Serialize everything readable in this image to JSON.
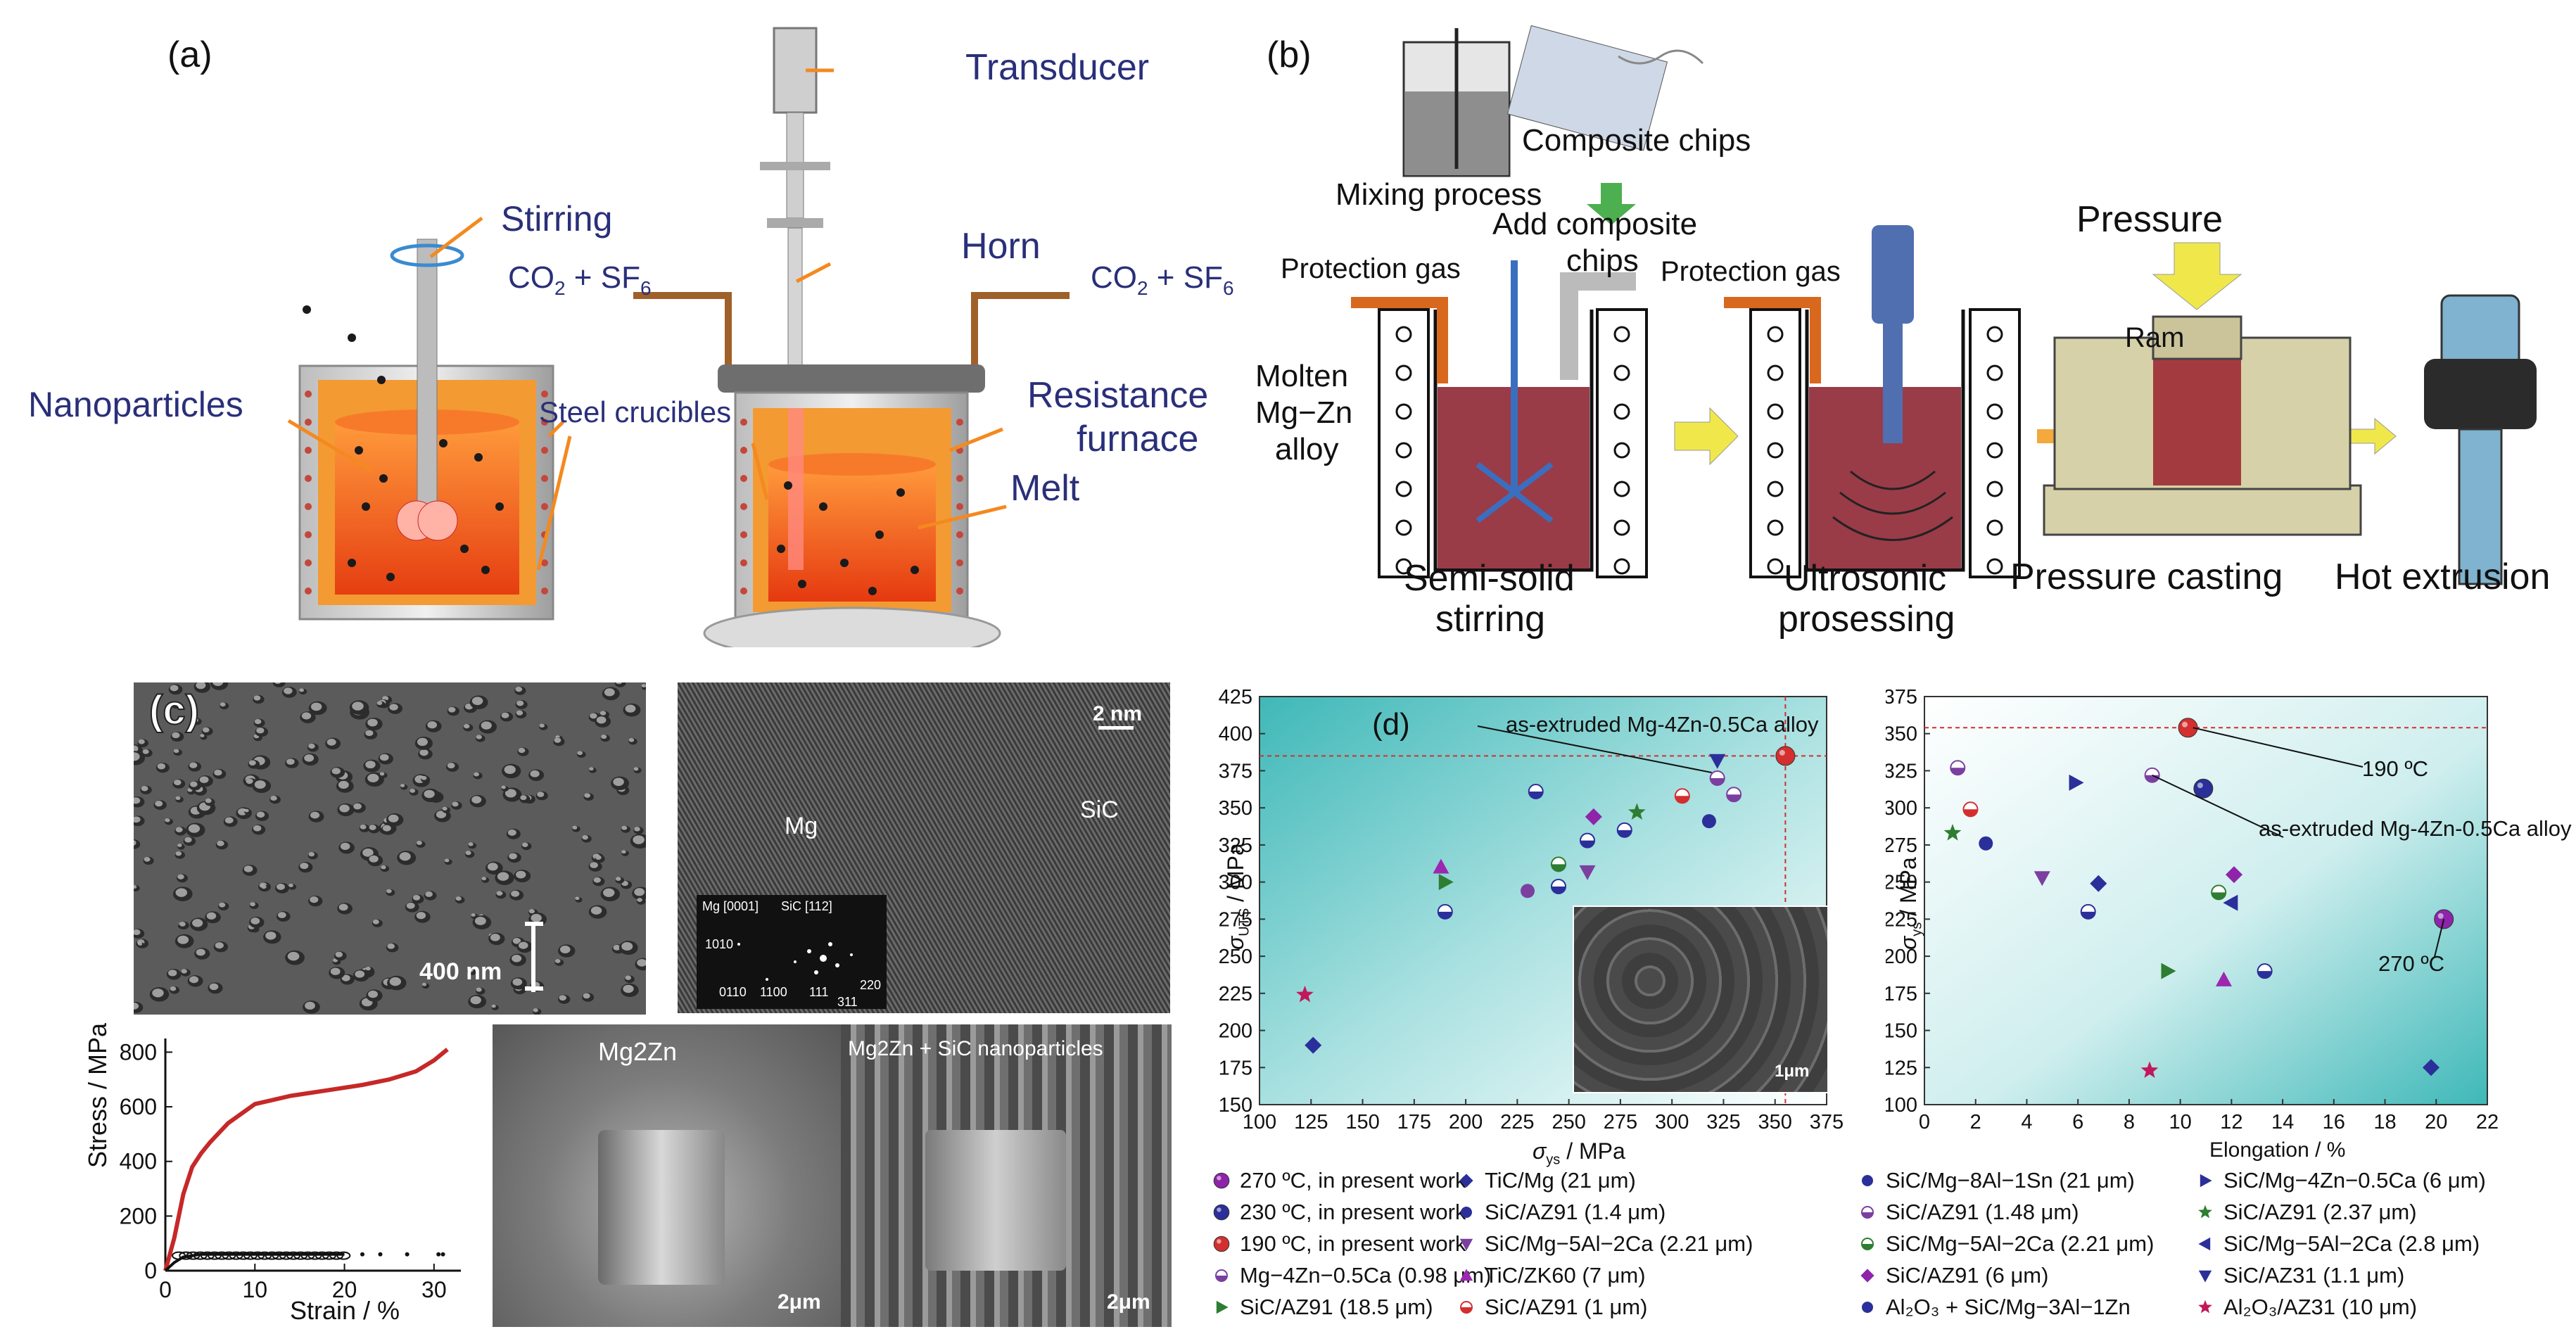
{
  "panel_a": {
    "label": "(a)",
    "stirring": "Stirring",
    "co2_left": "CO",
    "co2_right": "CO",
    "sub2": "2",
    "sf6_left": " + SF",
    "sf6_right": " + SF",
    "sub6": "6",
    "nanoparticles": "Nanoparticles",
    "steel_crucibles": "Steel crucibles",
    "transducer": "Transducer",
    "horn": "Horn",
    "resistance": "Resistance",
    "furnace": "furnace",
    "melt": "Melt"
  },
  "panel_b": {
    "label": "(b)",
    "composite_chips": "Composite chips",
    "mixing_process": "Mixing process",
    "add_composite": "Add composite",
    "chips": "chips",
    "protection_gas_1": "Protection gas",
    "protection_gas_2": "Protection gas",
    "molten": "Molten",
    "mgzn": "Mg−Zn",
    "alloy": "alloy",
    "pressure": "Pressure",
    "ram": "Ram",
    "semi_solid": "Semi-solid",
    "stirring": "stirring",
    "ultrasonic": "Ultrosonic",
    "processing": "prosessing",
    "pressure_casting": "Pressure casting",
    "hot_extrusion": "Hot extrusion"
  },
  "panel_c": {
    "label": "(c)",
    "scale_400": "400 nm",
    "scale_2nm": "2 nm",
    "mg": "Mg",
    "sic": "SiC",
    "diff_mg": "Mg [0001]",
    "diff_sic": "SiC [112]",
    "d1010": "1010",
    "d0110": "0110",
    "d1100": "1100",
    "d111": "111",
    "d220": "220",
    "d311": "311",
    "mg2zn": "Mg2Zn",
    "mg2zn_sic": "Mg2Zn + SiC nanoparticles",
    "scale_2um_a": "2μm",
    "scale_2um_b": "2μm",
    "stress_ylabel": "Stress / MPa",
    "strain_xlabel": "Strain / %",
    "ss_yticks": [
      "0",
      "200",
      "400",
      "600",
      "800"
    ],
    "ss_xticks": [
      "0",
      "10",
      "20",
      "30"
    ]
  },
  "panel_d": {
    "label": "(d)",
    "ann_left": "as-extruded Mg-4Zn-0.5Ca alloy",
    "ann_right": "as-extruded Mg-4Zn-0.5Ca alloy",
    "ann_190": "190 ºC",
    "ann_270": "270 ºC",
    "inset_scale": "1μm",
    "left_xlabel": "σ",
    "left_xsub": "ys",
    "left_ylabel": "σ",
    "left_ysub": "UTS",
    "unit": " / MPa",
    "right_xlabel": "Elongation / %",
    "right_ylabel": "σ",
    "right_ysub": "ys"
  },
  "chart_data": [
    {
      "type": "line",
      "xlabel": "Strain / %",
      "ylabel": "Stress / MPa",
      "xlim": [
        0,
        33
      ],
      "ylim": [
        0,
        850
      ],
      "series": [
        {
          "x": [
            0,
            1,
            2,
            3,
            4,
            5,
            7,
            10,
            14,
            18,
            22,
            25,
            28,
            30,
            31.5
          ],
          "y": [
            0,
            120,
            280,
            380,
            430,
            470,
            540,
            610,
            640,
            660,
            680,
            700,
            730,
            770,
            810
          ],
          "color": "#c62828"
        },
        {
          "x": [
            0,
            1,
            2,
            4,
            6,
            8,
            10,
            12,
            14,
            16,
            18,
            20
          ],
          "y": [
            0,
            30,
            50,
            60,
            60,
            60,
            60,
            60,
            60,
            60,
            60,
            60
          ],
          "color": "#111111"
        }
      ]
    },
    {
      "type": "scatter",
      "xlabel": "σys / MPa",
      "ylabel": "σUTS / MPa",
      "xlim": [
        100,
        375
      ],
      "ylim": [
        150,
        425
      ],
      "xticks": [
        "100",
        "125",
        "150",
        "175",
        "200",
        "225",
        "250",
        "275",
        "300",
        "325",
        "350",
        "375"
      ],
      "yticks": [
        "150",
        "175",
        "200",
        "225",
        "250",
        "275",
        "300",
        "325",
        "350",
        "375",
        "400",
        "425"
      ],
      "points": [
        {
          "x": 355,
          "y": 385,
          "color": "#d32f2f",
          "shape": "ball"
        },
        {
          "x": 322,
          "y": 370,
          "color": "#7b3fa0",
          "shape": "half"
        },
        {
          "x": 322,
          "y": 382,
          "color": "#2b2f9a",
          "shape": "tri-down"
        },
        {
          "x": 330,
          "y": 359,
          "color": "#7b3fa0",
          "shape": "half"
        },
        {
          "x": 318,
          "y": 341,
          "color": "#2b2f9a",
          "shape": "circle"
        },
        {
          "x": 305,
          "y": 358,
          "color": "#d32f2f",
          "shape": "half"
        },
        {
          "x": 283,
          "y": 347,
          "color": "#2e7d32",
          "shape": "star"
        },
        {
          "x": 262,
          "y": 344,
          "color": "#8e24aa",
          "shape": "diamond"
        },
        {
          "x": 259,
          "y": 328,
          "color": "#2b2f9a",
          "shape": "half"
        },
        {
          "x": 277,
          "y": 335,
          "color": "#2b2f9a",
          "shape": "half"
        },
        {
          "x": 234,
          "y": 361,
          "color": "#2b2f9a",
          "shape": "half"
        },
        {
          "x": 245,
          "y": 312,
          "color": "#2e7d32",
          "shape": "half"
        },
        {
          "x": 259,
          "y": 307,
          "color": "#7b3fa0",
          "shape": "tri-down"
        },
        {
          "x": 245,
          "y": 297,
          "color": "#2b2f9a",
          "shape": "half"
        },
        {
          "x": 230,
          "y": 294,
          "color": "#7b3fa0",
          "shape": "circle"
        },
        {
          "x": 188,
          "y": 310,
          "color": "#9c27b0",
          "shape": "tri-up"
        },
        {
          "x": 190,
          "y": 300,
          "color": "#2e7d32",
          "shape": "tri-right"
        },
        {
          "x": 190,
          "y": 280,
          "color": "#2b2f9a",
          "shape": "half"
        },
        {
          "x": 122,
          "y": 224,
          "color": "#c2185b",
          "shape": "star"
        },
        {
          "x": 126,
          "y": 190,
          "color": "#2b2f9a",
          "shape": "diamond"
        }
      ],
      "reference": {
        "x": 355,
        "y": 385
      }
    },
    {
      "type": "scatter",
      "xlabel": "Elongation / %",
      "ylabel": "σys / MPa",
      "xlim": [
        0,
        22
      ],
      "ylim": [
        100,
        375
      ],
      "xticks": [
        "0",
        "2",
        "4",
        "6",
        "8",
        "10",
        "12",
        "14",
        "16",
        "18",
        "20",
        "22"
      ],
      "yticks": [
        "100",
        "125",
        "150",
        "175",
        "200",
        "225",
        "250",
        "275",
        "300",
        "325",
        "350",
        "375"
      ],
      "points": [
        {
          "x": 10.3,
          "y": 354,
          "color": "#d32f2f",
          "shape": "ball"
        },
        {
          "x": 10.9,
          "y": 313,
          "color": "#2b2f9a",
          "shape": "ball"
        },
        {
          "x": 20.3,
          "y": 225,
          "color": "#8e24aa",
          "shape": "ball"
        },
        {
          "x": 8.9,
          "y": 322,
          "color": "#7b3fa0",
          "shape": "half"
        },
        {
          "x": 1.3,
          "y": 327,
          "color": "#7b3fa0",
          "shape": "half"
        },
        {
          "x": 1.8,
          "y": 299,
          "color": "#d32f2f",
          "shape": "half"
        },
        {
          "x": 1.1,
          "y": 283,
          "color": "#2e7d32",
          "shape": "star"
        },
        {
          "x": 2.4,
          "y": 276,
          "color": "#2b2f9a",
          "shape": "circle"
        },
        {
          "x": 5.9,
          "y": 317,
          "color": "#2b2f9a",
          "shape": "tri-right"
        },
        {
          "x": 4.6,
          "y": 253,
          "color": "#7b3fa0",
          "shape": "tri-down"
        },
        {
          "x": 6.8,
          "y": 249,
          "color": "#2b2f9a",
          "shape": "diamond"
        },
        {
          "x": 6.4,
          "y": 230,
          "color": "#2b2f9a",
          "shape": "half"
        },
        {
          "x": 11.5,
          "y": 243,
          "color": "#2e7d32",
          "shape": "half"
        },
        {
          "x": 12.1,
          "y": 255,
          "color": "#8e24aa",
          "shape": "diamond"
        },
        {
          "x": 12.0,
          "y": 236,
          "color": "#2b2f9a",
          "shape": "tri-left"
        },
        {
          "x": 9.5,
          "y": 190,
          "color": "#2e7d32",
          "shape": "tri-right"
        },
        {
          "x": 11.7,
          "y": 184,
          "color": "#9c27b0",
          "shape": "tri-up"
        },
        {
          "x": 13.3,
          "y": 190,
          "color": "#2b2f9a",
          "shape": "half"
        },
        {
          "x": 8.8,
          "y": 123,
          "color": "#c2185b",
          "shape": "star"
        },
        {
          "x": 19.8,
          "y": 125,
          "color": "#2b2f9a",
          "shape": "diamond"
        }
      ],
      "reference": {
        "y": 354
      }
    }
  ],
  "legend": [
    {
      "label": "270 ºC, in present work",
      "color": "#8e24aa",
      "shape": "ball"
    },
    {
      "label": "230 ºC, in present work",
      "color": "#2b2f9a",
      "shape": "ball"
    },
    {
      "label": "190 ºC, in present work",
      "color": "#d32f2f",
      "shape": "ball"
    },
    {
      "label": "Mg−4Zn−0.5Ca (0.98 μm)",
      "color": "#7b3fa0",
      "shape": "half"
    },
    {
      "label": "SiC/AZ91 (18.5 μm)",
      "color": "#2e7d32",
      "shape": "tri-right"
    },
    {
      "label": "TiC/Mg (21 μm)",
      "color": "#2b2f9a",
      "shape": "diamond"
    },
    {
      "label": "SiC/AZ91 (1.4 μm)",
      "color": "#2b2f9a",
      "shape": "circle"
    },
    {
      "label": "SiC/Mg−5Al−2Ca (2.21 μm)",
      "color": "#7b3fa0",
      "shape": "tri-down"
    },
    {
      "label": "TiC/ZK60 (7 μm)",
      "color": "#9c27b0",
      "shape": "tri-up"
    },
    {
      "label": "SiC/AZ91 (1 μm)",
      "color": "#d32f2f",
      "shape": "half"
    },
    {
      "label": "SiC/Mg−8Al−1Sn (21 μm)",
      "color": "#2b2f9a",
      "shape": "circle"
    },
    {
      "label": "SiC/AZ91 (1.48 μm)",
      "color": "#7b3fa0",
      "shape": "half"
    },
    {
      "label": "SiC/Mg−5Al−2Ca (2.21 μm)",
      "color": "#2e7d32",
      "shape": "half"
    },
    {
      "label": "SiC/AZ91 (6 μm)",
      "color": "#8e24aa",
      "shape": "diamond"
    },
    {
      "label": "Al₂O₃ + SiC/Mg−3Al−1Zn",
      "color": "#2b2f9a",
      "shape": "circle"
    },
    {
      "label": "SiC/Mg−4Zn−0.5Ca (6 μm)",
      "color": "#2b2f9a",
      "shape": "tri-right"
    },
    {
      "label": "SiC/AZ91 (2.37 μm)",
      "color": "#2e7d32",
      "shape": "star"
    },
    {
      "label": "SiC/Mg−5Al−2Ca (2.8 μm)",
      "color": "#2b2f9a",
      "shape": "tri-left"
    },
    {
      "label": "SiC/AZ31 (1.1 μm)",
      "color": "#2b2f9a",
      "shape": "tri-down"
    },
    {
      "label": "Al₂O₃/AZ31 (10 μm)",
      "color": "#c2185b",
      "shape": "star"
    }
  ]
}
